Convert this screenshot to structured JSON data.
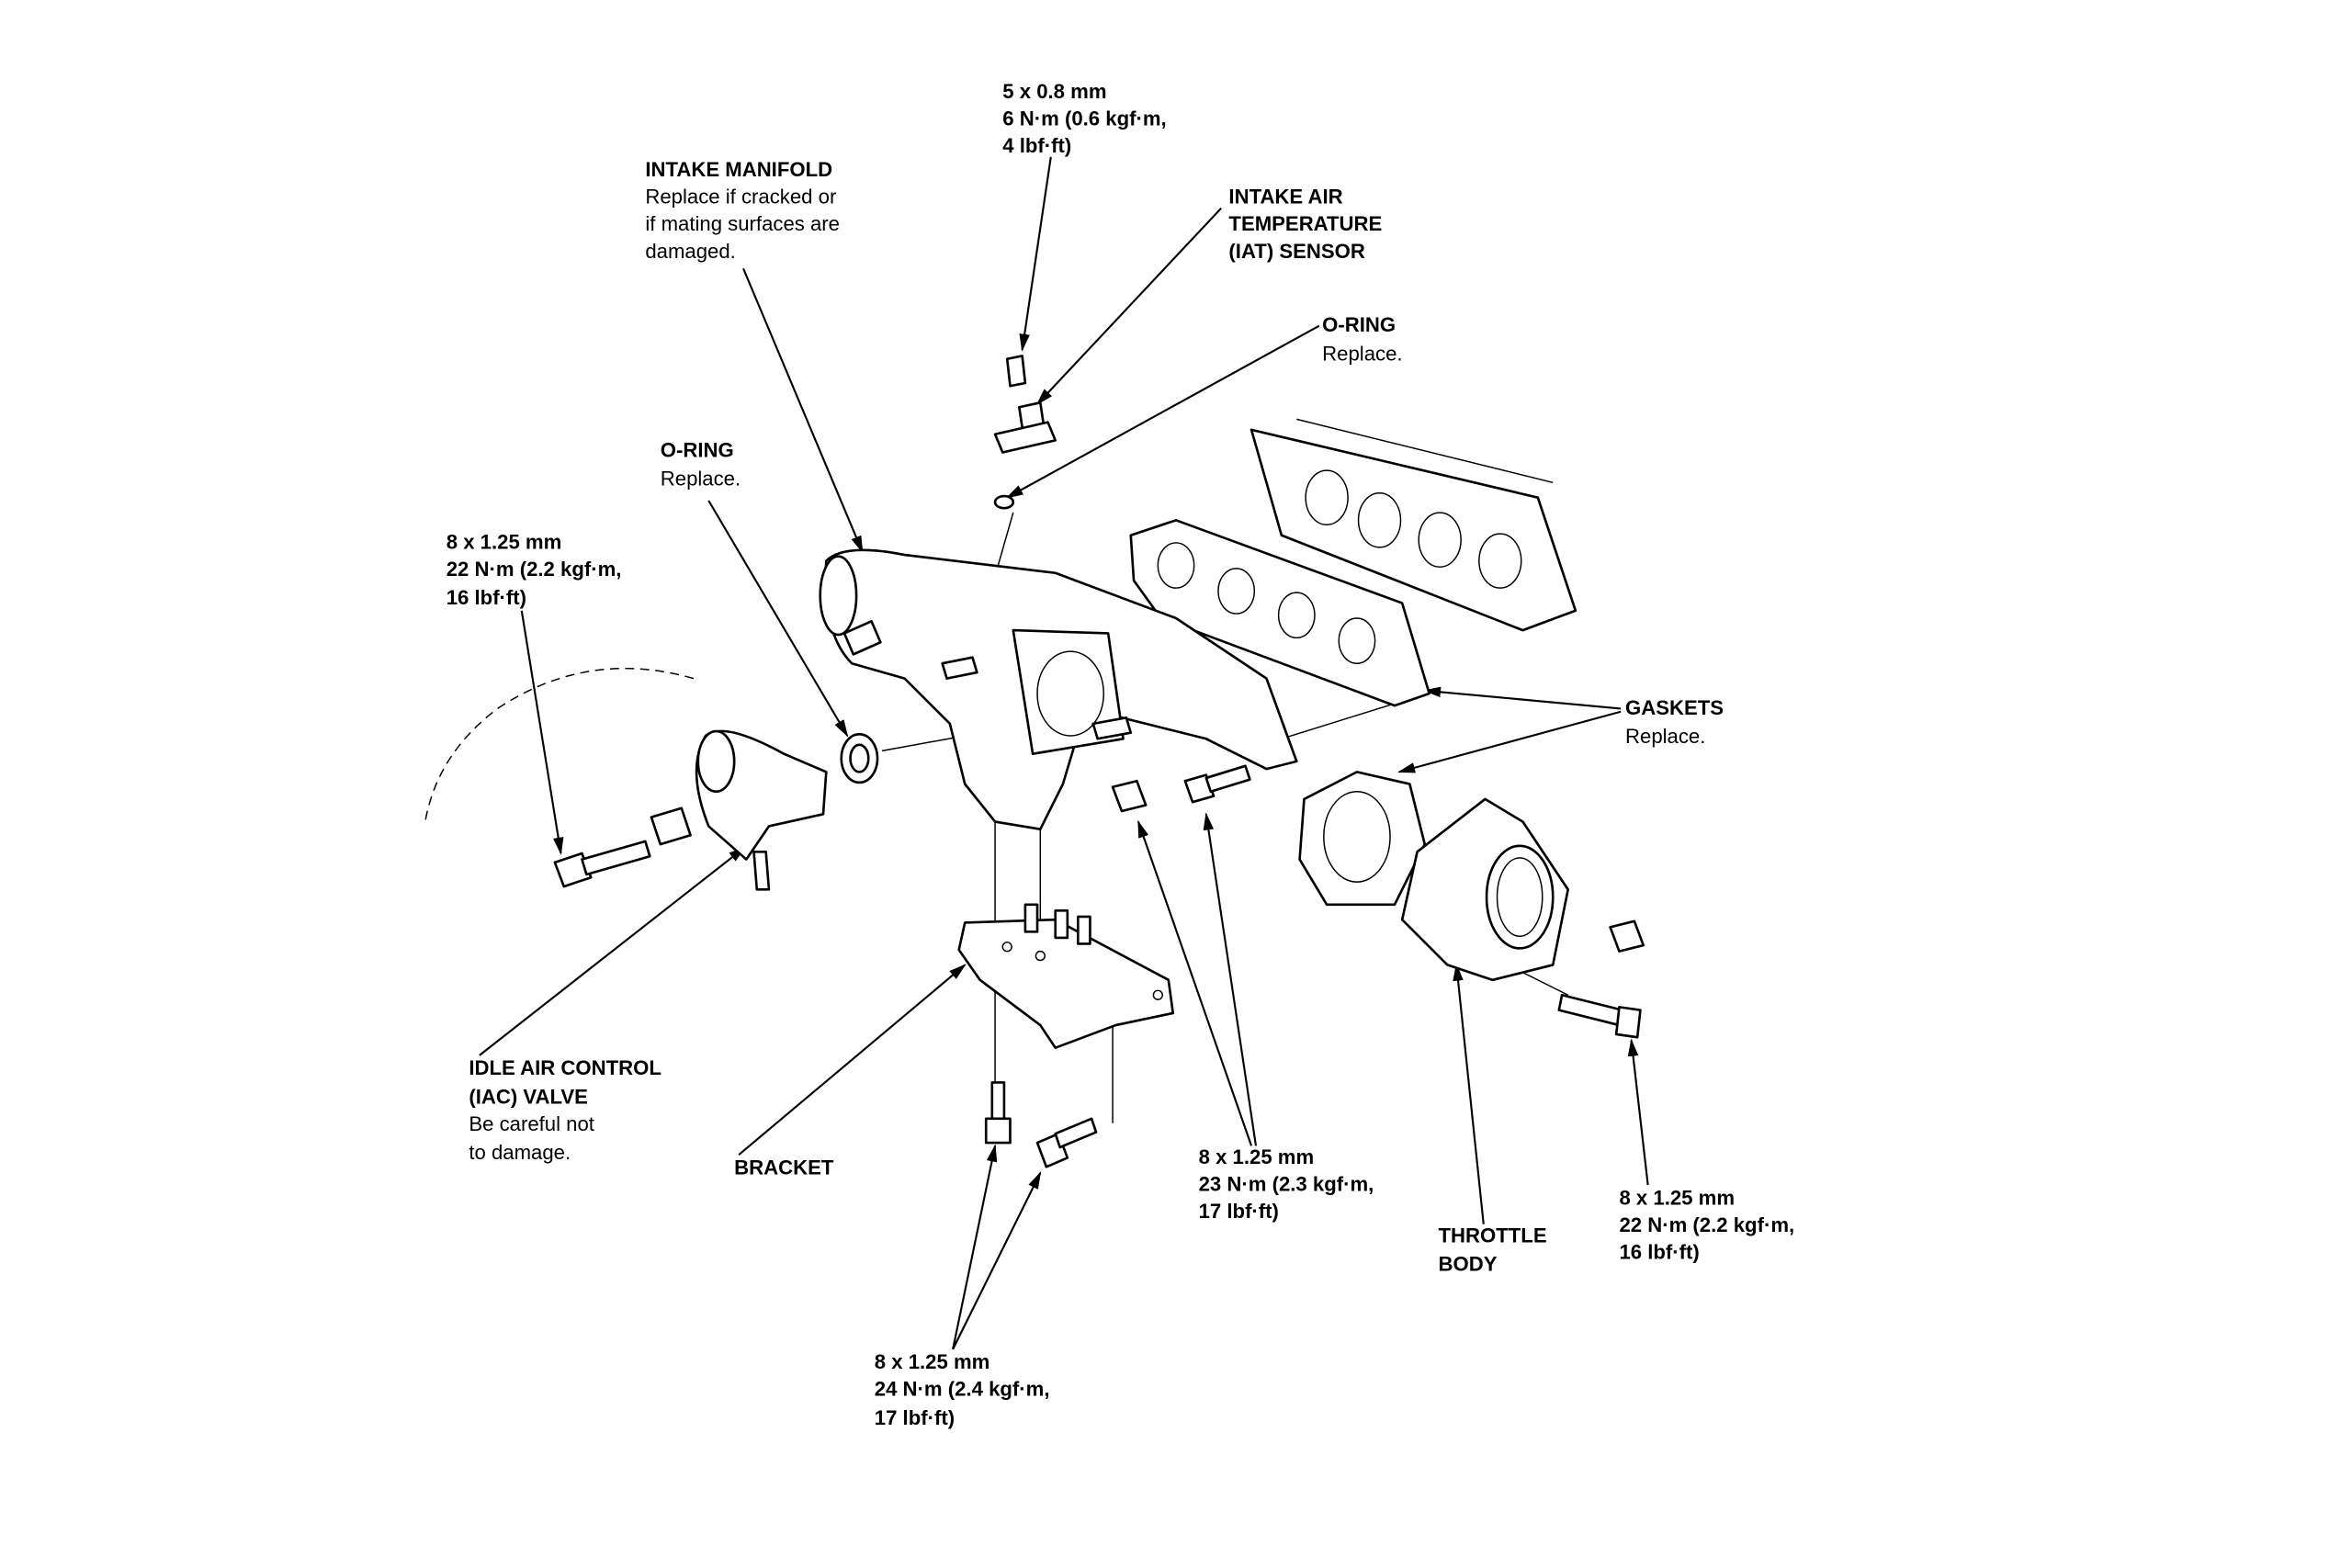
{
  "labels": {
    "iat_bolt": {
      "size": "5 x 0.8 mm",
      "torque": "6 N·m (0.6 kgf·m,",
      "torque2": "4 lbf·ft)"
    },
    "intake_manifold": {
      "title": "INTAKE MANIFOLD",
      "note1": "Replace if cracked or",
      "note2": "if mating surfaces are",
      "note3": "damaged."
    },
    "iat_sensor": {
      "line1": "INTAKE AIR",
      "line2": "TEMPERATURE",
      "line3": "(IAT) SENSOR"
    },
    "o_ring_right": {
      "title": "O-RING",
      "note": "Replace."
    },
    "o_ring_left": {
      "title": "O-RING",
      "note": "Replace."
    },
    "iac_bolt": {
      "size": "8 x 1.25 mm",
      "torque": "22 N·m (2.2 kgf·m,",
      "torque2": "16 lbf·ft)"
    },
    "gaskets": {
      "title": "GASKETS",
      "note": "Replace."
    },
    "iac_valve": {
      "line1": "IDLE AIR CONTROL",
      "line2": "(IAC) VALVE",
      "note1": "Be careful not",
      "note2": "to damage."
    },
    "bracket": {
      "title": "BRACKET"
    },
    "manifold_bolts": {
      "size": "8 x 1.25 mm",
      "torque": "23 N·m (2.3 kgf·m,",
      "torque2": "17 lbf·ft)"
    },
    "throttle_body": {
      "line1": "THROTTLE",
      "line2": "BODY"
    },
    "throttle_bolts": {
      "size": "8 x 1.25 mm",
      "torque": "22 N·m (2.2 kgf·m,",
      "torque2": "16 lbf·ft)"
    },
    "bracket_bolts": {
      "size": "8 x 1.25 mm",
      "torque": "24 N·m (2.4 kgf·m,",
      "torque2": "17 lbf·ft)"
    }
  }
}
